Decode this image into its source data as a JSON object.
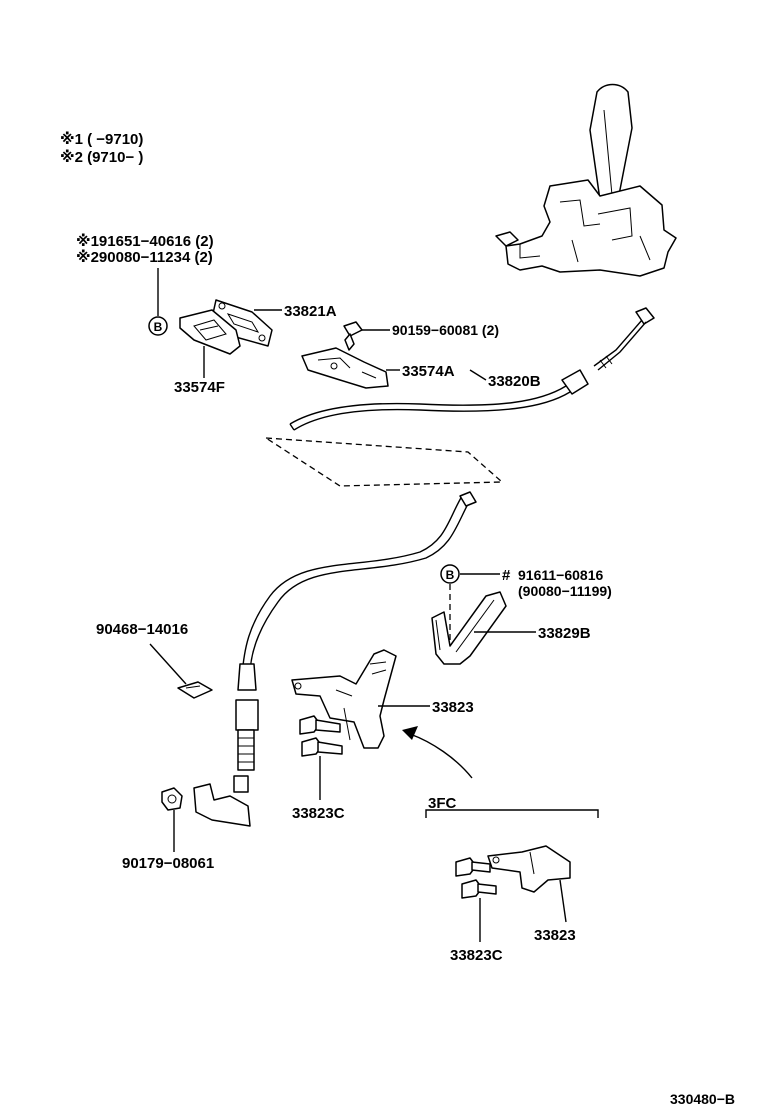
{
  "notes": {
    "note1": "※1 (        −9710)",
    "note2": "※2 (9710−         )"
  },
  "callouts": {
    "bolt_note1": "※191651−40616 (2)",
    "bolt_note2": "※290080−11234 (2)",
    "p33821A": "33821A",
    "p33574F": "33574F",
    "p90159": "90159−60081 (2)",
    "p33574A": "33574A",
    "p33820B": "33820B",
    "p91611": "91611−60816",
    "p90080": "(90080−11199)",
    "hash_mark": "#",
    "p33829B": "33829B",
    "p90468": "90468−14016",
    "p33823": "33823",
    "p33823C": "33823C",
    "p3FC": "3FC",
    "p33823_b": "33823",
    "p33823C_b": "33823C",
    "p90179": "90179−08061"
  },
  "markers": {
    "b_marker_left": "B",
    "b_marker_right": "B"
  },
  "footer": {
    "figure_id": "330480−B"
  }
}
